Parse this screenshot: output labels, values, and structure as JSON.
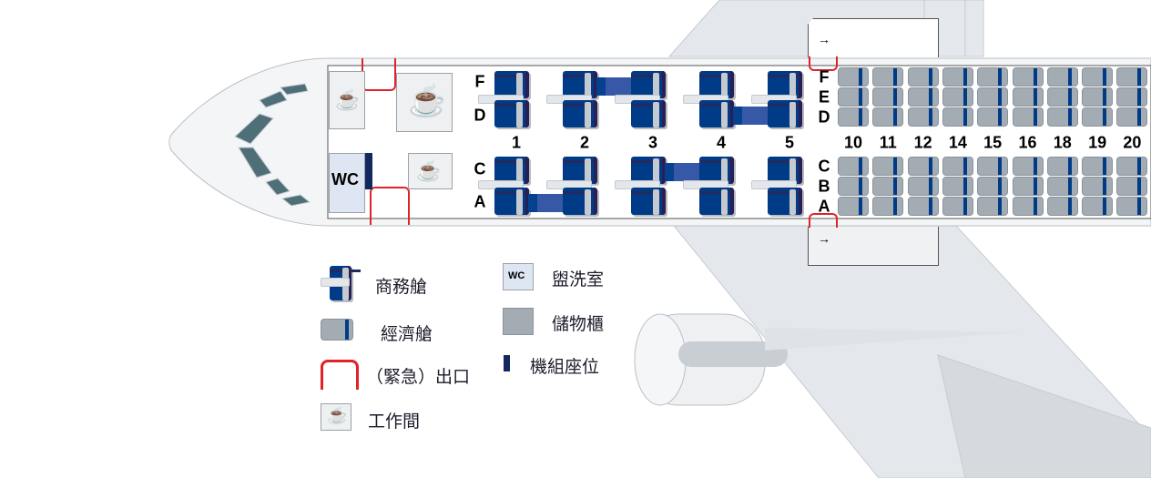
{
  "business": {
    "rows": [
      "1",
      "2",
      "3",
      "4",
      "5"
    ],
    "upper_letters": [
      "F",
      "D"
    ],
    "lower_letters": [
      "C",
      "A"
    ],
    "flat_seats": [
      "3F",
      "5D",
      "2A",
      "4C"
    ]
  },
  "economy": {
    "rows": [
      "10",
      "11",
      "12",
      "14",
      "15",
      "16",
      "18",
      "19",
      "20"
    ],
    "upper_letters": [
      "F",
      "E",
      "D"
    ],
    "lower_letters": [
      "C",
      "B",
      "A"
    ]
  },
  "galley": {
    "wc_label": "WC"
  },
  "legend": {
    "business": "商務艙",
    "economy": "經濟艙",
    "exit": "（緊急）出口",
    "galley": "工作間",
    "wc_icon": "WC",
    "wc": "盥洗室",
    "storage": "儲物櫃",
    "crew": "機組座位"
  },
  "colors": {
    "seat_blue": "#003b87",
    "exit_red": "#e0222b",
    "economy_gray": "#a3abb3",
    "crew": "#12285e"
  }
}
